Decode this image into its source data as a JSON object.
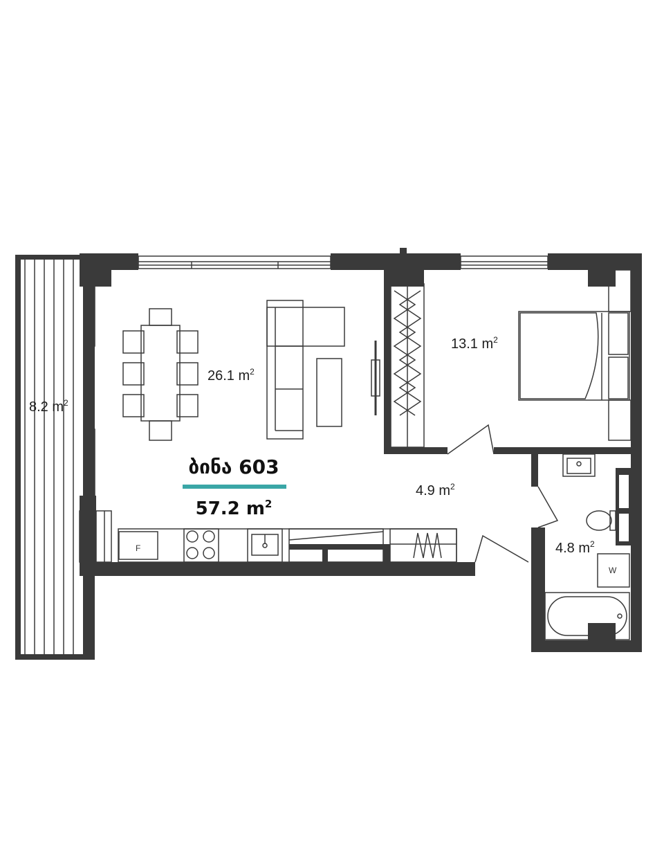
{
  "apartment": {
    "title": "ბინა 603",
    "area_value": "57.2 m",
    "area_sup": "2",
    "accent_color": "#3aa6a6"
  },
  "rooms": {
    "living": {
      "area": "26.1 m",
      "sup": "2"
    },
    "bedroom": {
      "area": "13.1 m",
      "sup": "2"
    },
    "balcony": {
      "area": "8.2 m",
      "sup": "2"
    },
    "hall": {
      "area": "4.9 m",
      "sup": "2"
    },
    "bathroom": {
      "area": "4.8 m",
      "sup": "2"
    }
  },
  "appliances": {
    "fridge": "F",
    "washer": "W"
  }
}
